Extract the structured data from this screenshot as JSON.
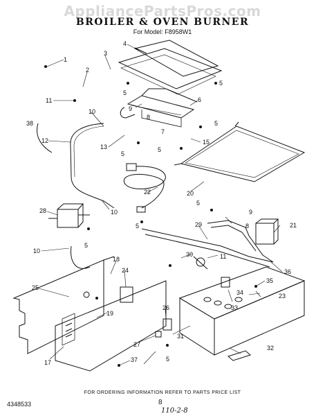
{
  "watermark": "AppliancePartsPros.com",
  "title": "BROILER & OVEN BURNER",
  "model": "For Model: F8958W1",
  "footer": {
    "info": "FOR ORDERING INFORMATION REFER TO PARTS PRICE LIST",
    "code": "4348533",
    "page": "8",
    "handwritten": "110-2-8"
  },
  "callouts": [
    "1",
    "2",
    "3",
    "4",
    "5",
    "5",
    "5",
    "5",
    "5",
    "5",
    "5",
    "5",
    "5",
    "6",
    "7",
    "8",
    "8",
    "9",
    "9",
    "10",
    "10",
    "10",
    "11",
    "11",
    "12",
    "13",
    "15",
    "17",
    "18",
    "19",
    "20",
    "21",
    "22",
    "23",
    "24",
    "25",
    "26",
    "27",
    "28",
    "29",
    "30",
    "31",
    "32",
    "33",
    "34",
    "35",
    "36",
    "37",
    "38"
  ]
}
